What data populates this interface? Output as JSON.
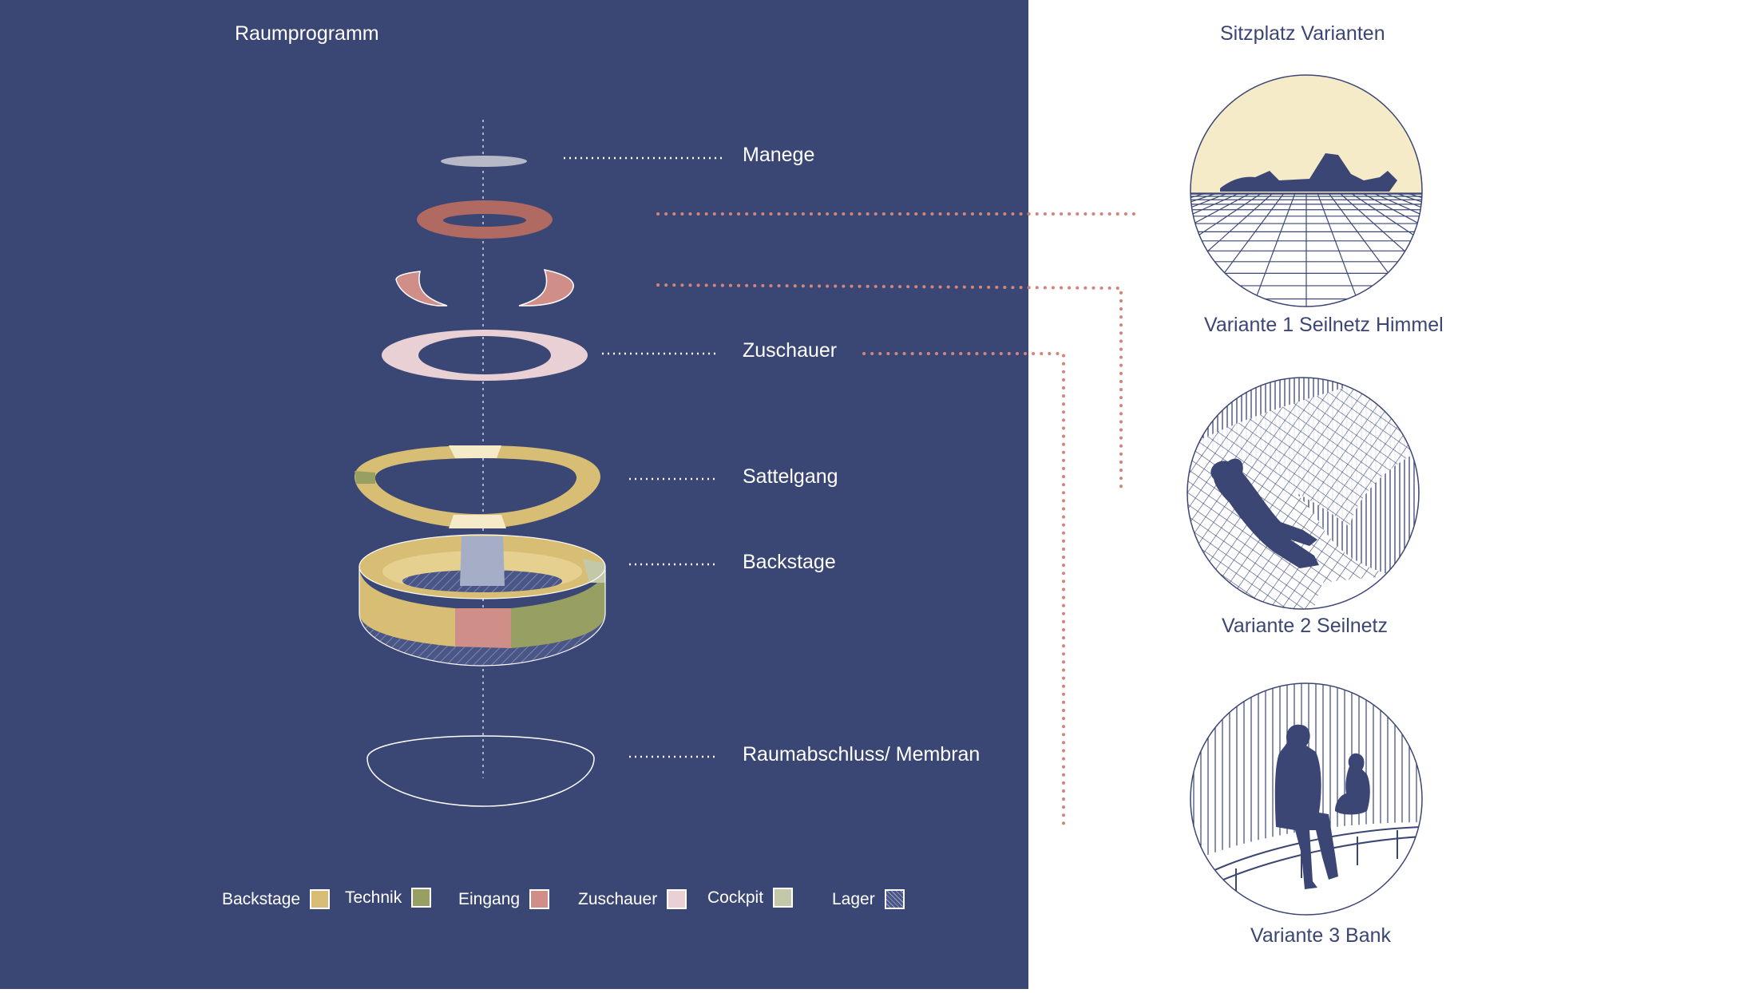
{
  "left_panel": {
    "title": "Raumprogramm",
    "layers": [
      {
        "label": "Manege"
      },
      {
        "label": "Zuschauer"
      },
      {
        "label": "Sattelgang"
      },
      {
        "label": "Backstage"
      },
      {
        "label": "Raumabschluss/ Membran"
      }
    ],
    "legend": [
      {
        "label": "Backstage",
        "color": "#d8bd74"
      },
      {
        "label": "Technik",
        "color": "#97a062"
      },
      {
        "label": "Eingang",
        "color": "#d08e88"
      },
      {
        "label": "Zuschauer",
        "color": "#e9d0d4"
      },
      {
        "label": "Cockpit",
        "color": "#c3c9a8"
      },
      {
        "label": "Lager",
        "color": "#5c6a98"
      }
    ]
  },
  "right_panel": {
    "title": "Sitzplatz Varianten",
    "variants": [
      {
        "label": "Variante 1 Seilnetz Himmel"
      },
      {
        "label": "Variante 2 Seilnetz"
      },
      {
        "label": "Variante 3 Bank"
      }
    ]
  },
  "colors": {
    "navy": "#3a4674",
    "manege": "#b7b9c6",
    "ring_brown": "#b16a62",
    "eingang": "#d08e88",
    "zuschauer": "#e9d0d4",
    "backstage": "#d8bd74",
    "technik": "#97a062",
    "cockpit": "#c3c9a8",
    "cream": "#f5ebc9",
    "dotted_coral": "#d2857a"
  }
}
